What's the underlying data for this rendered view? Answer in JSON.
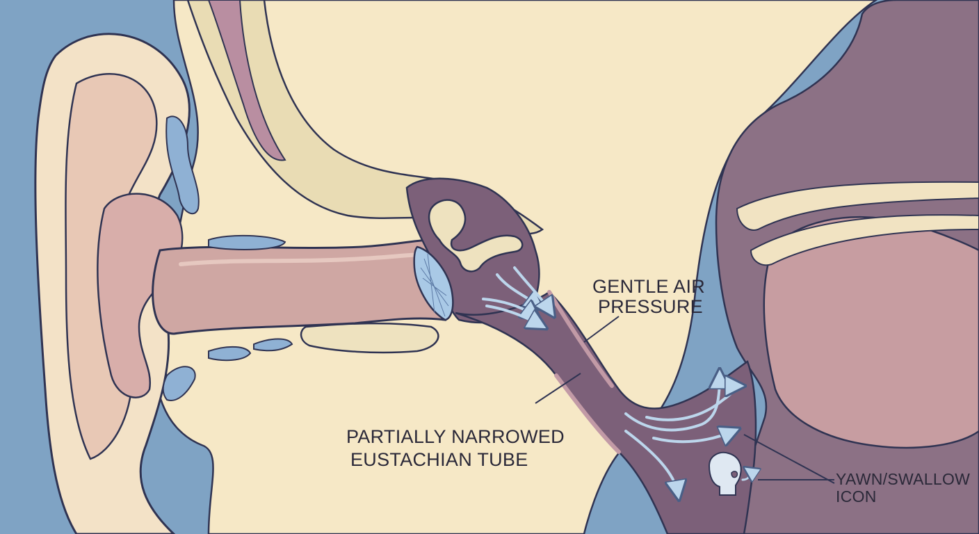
{
  "labels": {
    "air_pressure": {
      "line1": "GENTLE AIR",
      "line2": "PRESSURE"
    },
    "eustachian_tube": {
      "line1": "PARTIALLY NARROWED",
      "line2": "EUSTACHIAN TUBE"
    },
    "yawn_icon": {
      "line1": "YAWN/SWALLOW",
      "line2": "ICON"
    }
  },
  "colors": {
    "background_blue": "#7fa3c4",
    "skin_cream": "#f6e8c6",
    "bone_cream": "#eee2bf",
    "canal_pink": "#cfa7a3",
    "tissue_mauve": "#8c7185",
    "tube_purple": "#7c6079",
    "outline_navy": "#2f3352",
    "arrow_blue": "#bcd6ec",
    "eardrum_blue": "#a9c9e6"
  },
  "icons": [
    "eardrum-icon",
    "airflow-arrow-icon",
    "yawn-swallow-head-icon"
  ]
}
